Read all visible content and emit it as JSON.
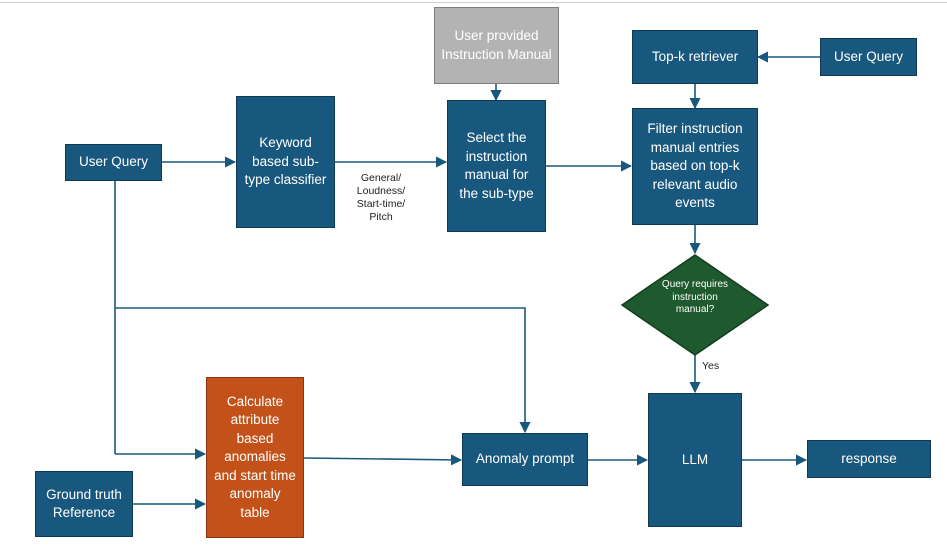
{
  "colors": {
    "box_blue": "#19587e",
    "box_gray": "#b3b3b3",
    "box_orange": "#c3521a",
    "diamond_green": "#1f5a2e",
    "arrow": "#19587e"
  },
  "nodes": {
    "user_query_left": "User Query",
    "keyword_classifier": "Keyword based sub-type classifier",
    "instruction_manual": "User provided Instruction Manual",
    "select_manual": "Select the instruction manual for the sub-type",
    "topk_retriever": "Top-k retriever",
    "user_query_right": "User Query",
    "filter_entries": "Filter instruction manual entries based on top-k relevant audio events",
    "decision": "Query requires instruction manual?",
    "calculate_anomalies": "Calculate attribute based anomalies and start time anomaly table",
    "ground_truth": "Ground truth Reference",
    "anomaly_prompt": "Anomaly prompt",
    "llm": "LLM",
    "response": "response"
  },
  "edge_labels": {
    "subtypes": "General/ Loudness/ Start-time/ Pitch",
    "yes": "Yes"
  }
}
